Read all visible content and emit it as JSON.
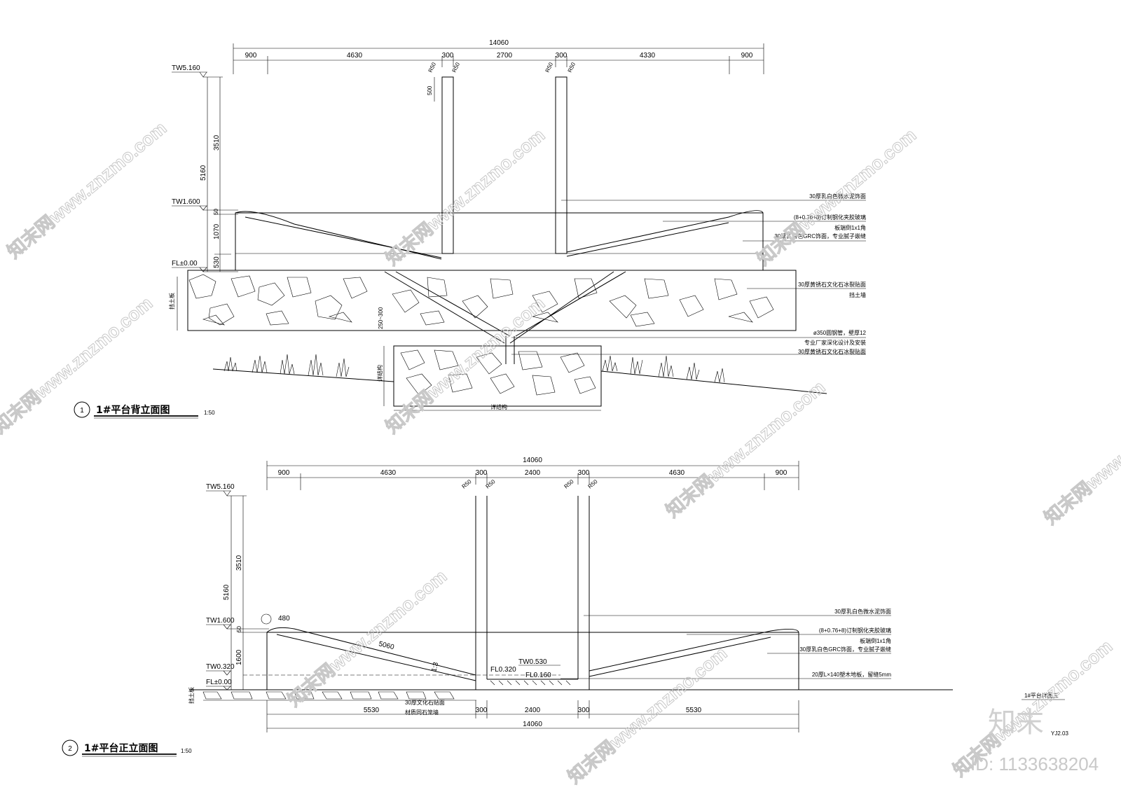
{
  "drawing1": {
    "number": "1",
    "title": "1#平台背立面图",
    "scale": "1:50",
    "dims_top": [
      "900",
      "4630",
      "300",
      "2700",
      "300",
      "4330",
      "900"
    ],
    "dim_total": "14060",
    "radius_labels": [
      "R50",
      "R50",
      "R50",
      "R50"
    ],
    "col_top_dim": "500",
    "levels": [
      "TW5.160",
      "TW1.600",
      "FL±0.00"
    ],
    "vert_dims": [
      "3510",
      "5160",
      "50",
      "1070",
      "530",
      "250~300"
    ],
    "side_labels": [
      "挡土板",
      "详结构",
      "详结构"
    ],
    "notes": [
      "30厚乳白色微水泥饰面",
      "(8+0.76+8)订制钢化夹胶玻璃",
      "板端倒1x1角",
      "30厚乳白色GRC饰面，专业腻子嵌缝",
      "30厚黄锈石文化石冰裂贴面",
      "挡土墙",
      "ø350圆钢管，壁厚12",
      "专业厂家深化设计及安装",
      "30厚黄锈石文化石冰裂贴面"
    ]
  },
  "drawing2": {
    "number": "2",
    "title": "1#平台正立面图",
    "scale": "1:50",
    "dims_top": [
      "900",
      "4630",
      "300",
      "2400",
      "300",
      "4630",
      "900"
    ],
    "dim_total_top": "14060",
    "dims_bottom": [
      "5530",
      "300",
      "2400",
      "300",
      "5530"
    ],
    "dim_total_bottom": "14060",
    "radius_labels": [
      "R50",
      "R50",
      "R50",
      "R50"
    ],
    "levels": [
      "TW5.160",
      "TW1.600",
      "TW0.320",
      "FL±0.00"
    ],
    "vert_dims": [
      "3510",
      "5160",
      "50",
      "1600"
    ],
    "inner_labels": [
      "480",
      "5060",
      "1:3",
      "TW0.530",
      "FL0.320",
      "FL0.160"
    ],
    "side_labels": [
      "挡土板"
    ],
    "bottom_notes": [
      "30厚文化石贴面",
      "材质同石笼墙"
    ],
    "notes": [
      "30厚乳白色微水泥饰面",
      "(8+0.76+8)订制钢化夹胶玻璃",
      "板端倒1x1角",
      "30厚乳白色GRC饰面，专业腻子嵌缝",
      "20厚L×140塑木地板，留缝5mm"
    ]
  },
  "sheet": {
    "label": "1#平台详图三",
    "code": "YJ2.03"
  },
  "watermark": {
    "text": "知末网www.znzmo.com",
    "brand": "知末",
    "id": "ID: 1133638204"
  }
}
